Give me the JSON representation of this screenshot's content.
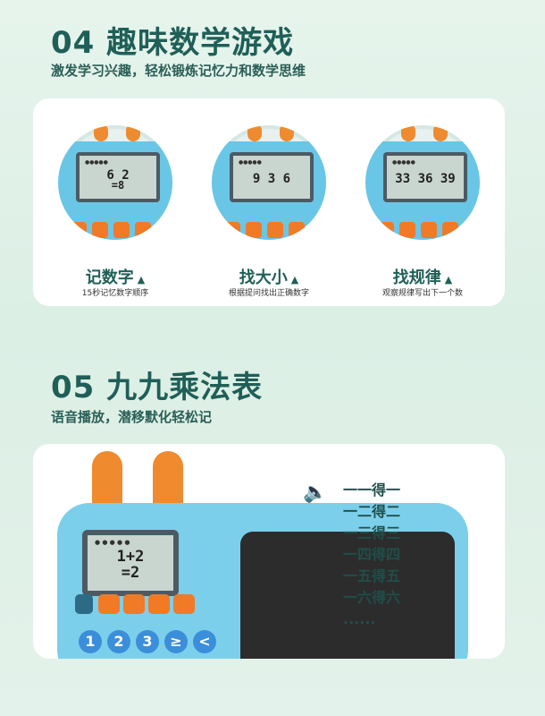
{
  "section1": {
    "title": "04 趣味数学游戏",
    "subtitle": "激发学习兴趣，轻松锻炼记忆力和数学思维",
    "games": [
      {
        "label": "记数字",
        "desc": "15秒记忆数字顺序",
        "lcd_line1": "6 2",
        "lcd_line2": "=8"
      },
      {
        "label": "找大小",
        "desc": "根据提问找出正确数字",
        "lcd_line1": "9  3  6",
        "lcd_line2": ""
      },
      {
        "label": "找规律",
        "desc": "观察规律写出下一个数",
        "lcd_line1": "33 36 39",
        "lcd_line2": ""
      }
    ]
  },
  "section2": {
    "title": "05 九九乘法表",
    "subtitle": "语音播放，潜移默化轻松记",
    "lcd_line1": "1+2",
    "lcd_line2": "=2",
    "numbers": [
      "1",
      "2",
      "3",
      "≥",
      "<"
    ],
    "table": [
      "一一得一",
      "一二得二",
      "一三得三",
      "一四得四",
      "一五得五",
      "一六得六",
      "......"
    ]
  },
  "colors": {
    "accent": "#1f5f57",
    "orange": "#f07a26",
    "device": "#7ccfea"
  }
}
